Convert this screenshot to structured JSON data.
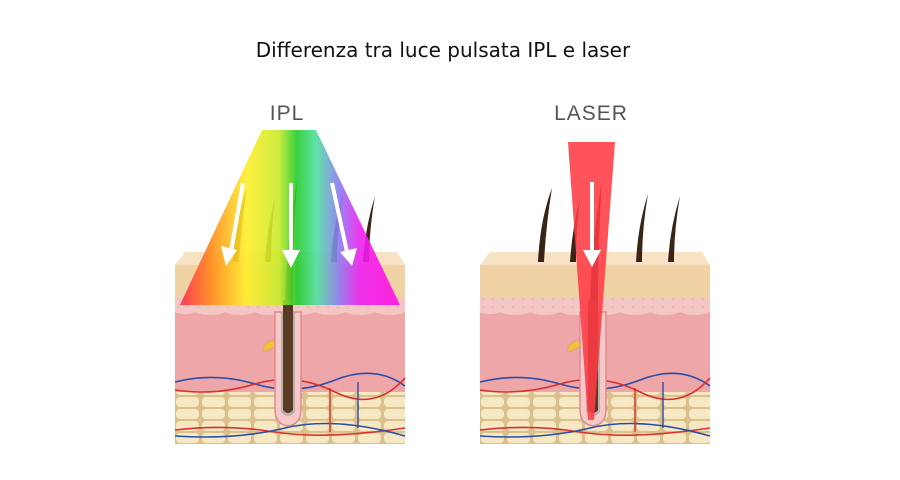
{
  "title": "Differenza tra luce pulsata IPL e laser",
  "panels": [
    {
      "label": "IPL",
      "beam": "spectrum"
    },
    {
      "label": "LASER",
      "beam": "red"
    }
  ],
  "colors": {
    "laser": "#ff3b45",
    "dermis": "#eda4a8",
    "epidermis": "#f3d5ab",
    "fat": "#f4e4bb",
    "hair": "#3a2416"
  }
}
